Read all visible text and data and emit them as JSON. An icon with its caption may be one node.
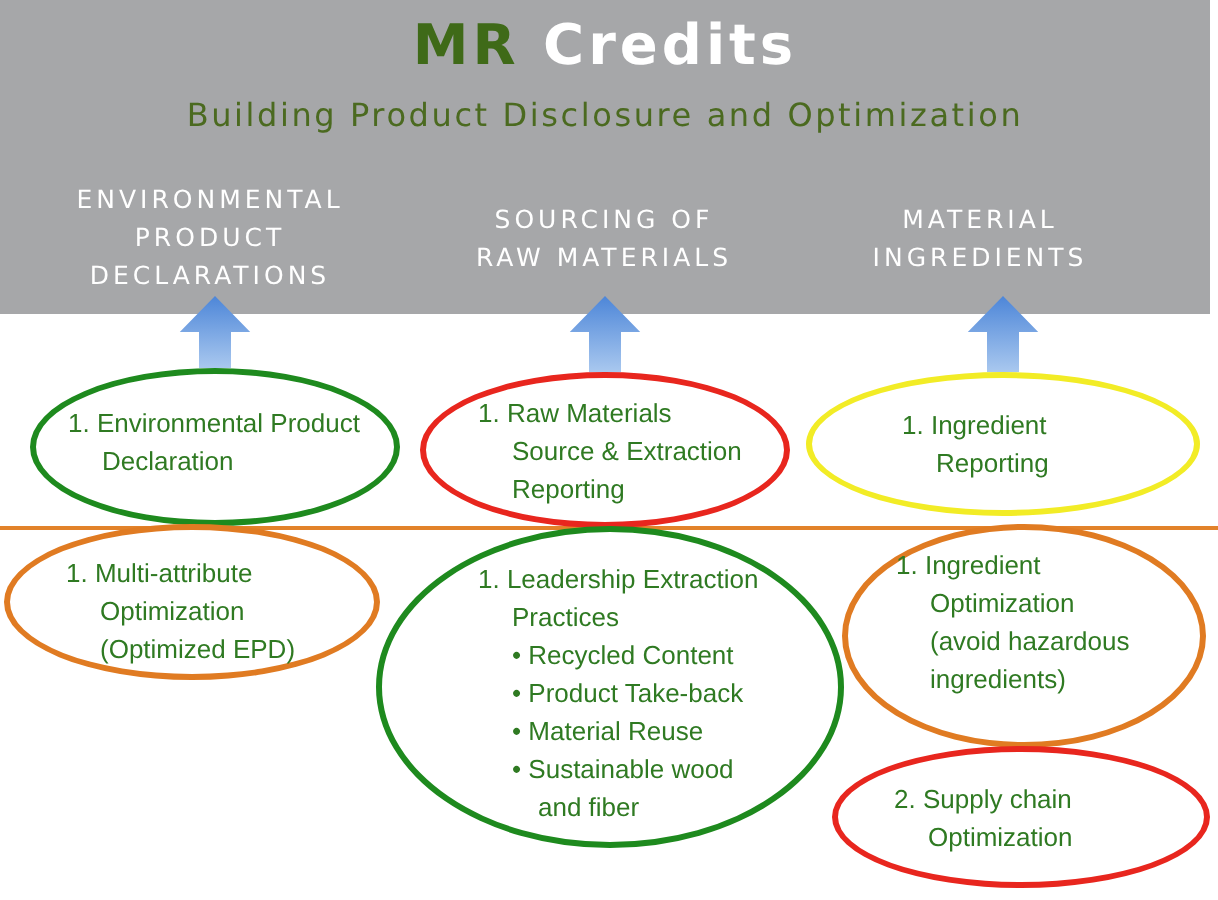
{
  "diagram": {
    "title": "MR Credits",
    "nodes": [
      {
        "text": [
          "ENVIRONMENTAL PRODUCT DECLARATIONS"
        ]
      },
      {
        "text": [
          "SOURCING OF RAW MATERIALS"
        ]
      },
      {
        "text": [
          "MATERIAL INGREDIENTS"
        ]
      },
      {
        "text": [
          "1. Environmental Product Declaration"
        ]
      },
      {
        "text": [
          "1. Raw Materials Source & Extraction Reporting"
        ]
      },
      {
        "text": [
          "1. Ingredient Reporting"
        ]
      },
      {
        "text": [
          "1. Multi-attribute Optimization (Optimized EPD)"
        ]
      },
      {
        "text": [
          "1. Leadership Extraction Practices",
          "• Recycled Content",
          "• Product Take-back",
          "• Material Reuse",
          "• Sustainable wood and fiber"
        ]
      },
      {
        "text": [
          "1. Ingredient Optimization (avoid hazardous ingredients)"
        ]
      },
      {
        "text": [
          "2. Supply chain Optimization"
        ]
      }
    ],
    "edges": [
      {
        "from": 3,
        "to": 0,
        "arrow": "to",
        "style": "thick"
      },
      {
        "from": 4,
        "to": 1,
        "arrow": "to",
        "style": "thick"
      },
      {
        "from": 5,
        "to": 2,
        "arrow": "to",
        "style": "thick"
      }
    ],
    "labels": [
      "Building Product Disclosure and Optimization"
    ]
  }
}
